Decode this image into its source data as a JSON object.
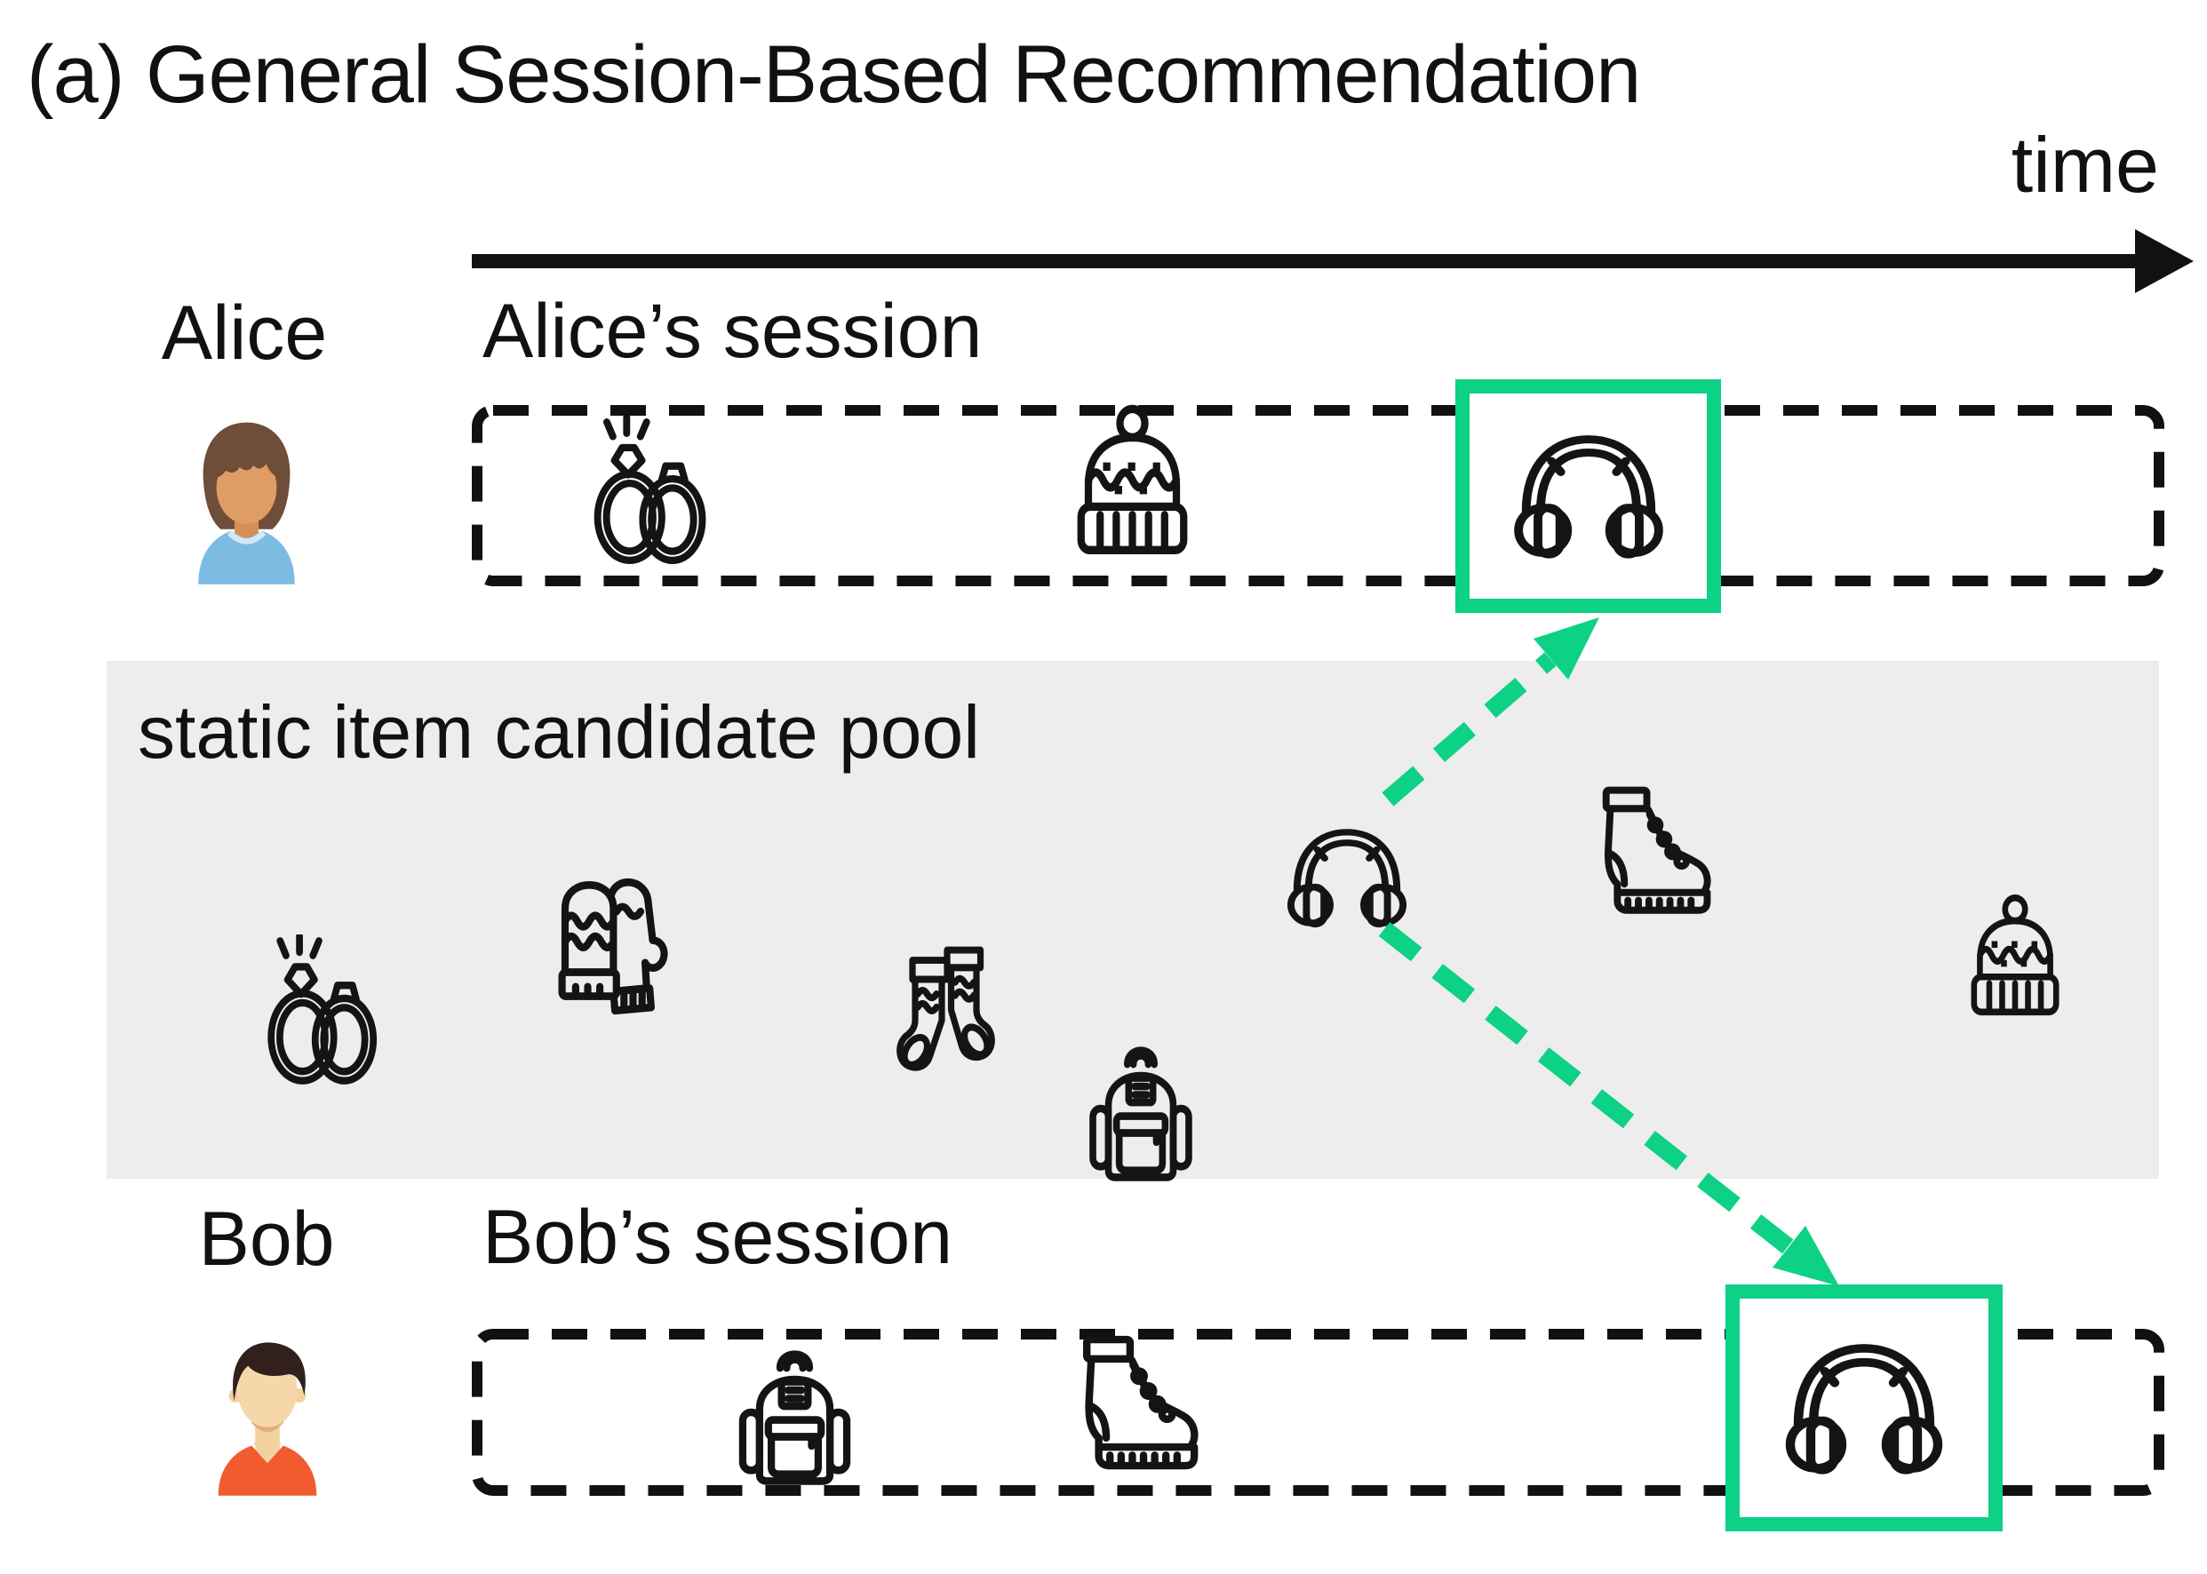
{
  "title": "(a) General Session-Based Recommendation",
  "timeline": {
    "label": "time",
    "arrow_icon": "time-arrow-icon",
    "direction": "left-to-right"
  },
  "alice": {
    "name": "Alice",
    "avatar_icon": "alice-avatar",
    "session_label": "Alice’s session",
    "session_items": [
      {
        "icon": "rings-icon",
        "name": "wedding rings",
        "highlighted": false
      },
      {
        "icon": "beanie-icon",
        "name": "beanie hat",
        "highlighted": false
      },
      {
        "icon": "earmuffs-icon",
        "name": "earmuff headphones",
        "highlighted": true
      }
    ]
  },
  "bob": {
    "name": "Bob",
    "avatar_icon": "bob-avatar",
    "session_label": "Bob’s session",
    "session_items": [
      {
        "icon": "backpack-icon",
        "name": "backpack",
        "highlighted": false
      },
      {
        "icon": "boot-icon",
        "name": "hiking boot",
        "highlighted": false
      },
      {
        "icon": "earmuffs-icon",
        "name": "earmuff headphones",
        "highlighted": true
      }
    ]
  },
  "pool": {
    "label": "static item candidate pool",
    "items": [
      {
        "icon": "rings-icon",
        "name": "wedding rings"
      },
      {
        "icon": "mittens-icon",
        "name": "mittens"
      },
      {
        "icon": "socks-icon",
        "name": "socks"
      },
      {
        "icon": "backpack-icon",
        "name": "backpack"
      },
      {
        "icon": "earmuffs-icon",
        "name": "earmuff headphones"
      },
      {
        "icon": "boot-icon",
        "name": "hiking boot"
      },
      {
        "icon": "beanie-icon",
        "name": "beanie hat"
      }
    ]
  },
  "arrows": [
    {
      "icon": "recommend-arrow-icon",
      "from": "pool earmuffs",
      "to": "Alice session highlighted item",
      "style": "green dashed"
    },
    {
      "icon": "recommend-arrow-icon",
      "from": "pool earmuffs",
      "to": "Bob session highlighted item",
      "style": "green dashed"
    }
  ],
  "colors": {
    "accent_green": "#0DD185",
    "pool_background": "#EDEDED",
    "ink": "#111111"
  }
}
